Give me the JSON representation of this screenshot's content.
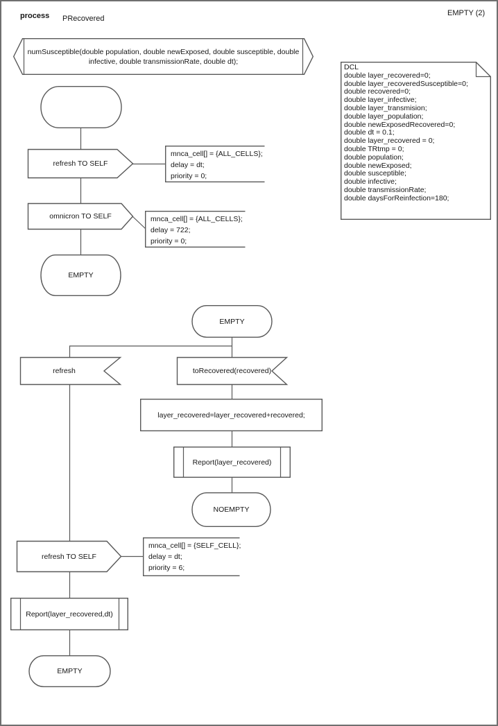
{
  "header": {
    "kind": "process",
    "name": "PRecovered",
    "page": "EMPTY (2)"
  },
  "signature": {
    "text": "numSusceptible(double population, double newExposed, double susceptible, double infective, double transmissionRate, double dt);"
  },
  "dcl": {
    "title": "DCL",
    "lines": [
      "double layer_recovered=0;",
      "double layer_recoveredSusceptible=0;",
      "double recovered=0;",
      "double layer_infective;",
      "double layer_transmision;",
      "double layer_population;",
      "double newExposedRecovered=0;",
      "double dt = 0.1;",
      "double layer_recovered = 0;",
      "double TRtmp = 0;",
      "double population;",
      "double newExposed;",
      "double susceptible;",
      "double infective;",
      "double transmissionRate;",
      "double daysForReinfection=180;"
    ]
  },
  "states": {
    "empty1": "EMPTY",
    "empty2": "EMPTY",
    "noempty": "NOEMPTY",
    "empty3": "EMPTY"
  },
  "signals": {
    "send_refresh_all": "refresh TO SELF",
    "send_omnicron": "omnicron TO SELF",
    "receive_refresh": "refresh",
    "receive_to_recovered": "toRecovered(recovered)",
    "send_refresh_self": "refresh TO SELF"
  },
  "tasks": {
    "accumulate": "layer_recovered=layer_recovered+recovered;"
  },
  "procedures": {
    "report": "Report(layer_recovered)",
    "report_dt": "Report(layer_recovered,dt)"
  },
  "comments": {
    "all_cells_dt": [
      "mnca_cell[] = {ALL_CELLS};",
      "delay = dt;",
      "priority = 0;"
    ],
    "all_cells_722": [
      "mnca_cell[] = {ALL_CELLS};",
      "delay = 722;",
      "priority = 0;"
    ],
    "self_cell_dt": [
      "mnca_cell[] = {SELF_CELL};",
      "delay = dt;",
      "priority = 6;"
    ]
  }
}
